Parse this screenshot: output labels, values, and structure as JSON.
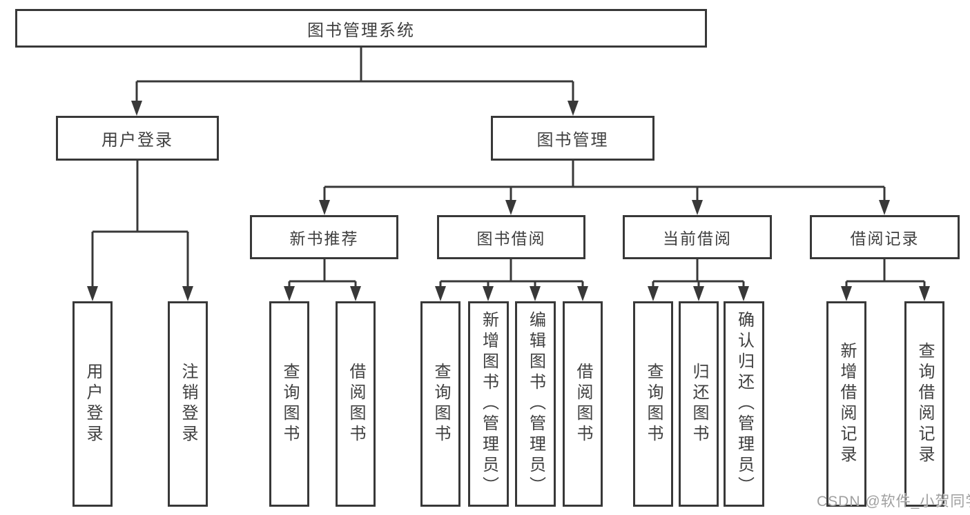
{
  "colors": {
    "line": "#383838",
    "text": "#3f3f3f",
    "watermark": "#9f9f9f"
  },
  "watermark": "CSDN @软件_小贺同学",
  "tree": {
    "label": "图书管理系统",
    "children": [
      {
        "label": "用户登录",
        "children": [
          {
            "label": "用户登录"
          },
          {
            "label": "注销登录"
          }
        ]
      },
      {
        "label": "图书管理",
        "children": [
          {
            "label": "新书推荐",
            "children": [
              {
                "label": "查询图书"
              },
              {
                "label": "借阅图书"
              }
            ]
          },
          {
            "label": "图书借阅",
            "children": [
              {
                "label": "查询图书"
              },
              {
                "label": "新增图书（管理员）"
              },
              {
                "label": "编辑图书（管理员）"
              },
              {
                "label": "借阅图书"
              }
            ]
          },
          {
            "label": "当前借阅",
            "children": [
              {
                "label": "查询图书"
              },
              {
                "label": "归还图书"
              },
              {
                "label": "确认归还（管理员）"
              }
            ]
          },
          {
            "label": "借阅记录",
            "children": [
              {
                "label": "新增借阅记录"
              },
              {
                "label": "查询借阅记录"
              }
            ]
          }
        ]
      }
    ]
  }
}
